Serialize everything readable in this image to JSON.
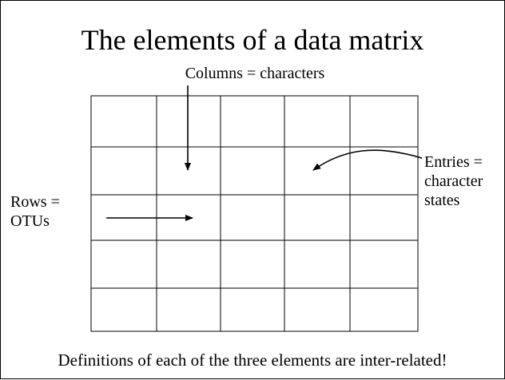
{
  "title": "The elements of a data matrix",
  "labels": {
    "columns": "Columns = characters",
    "rows_line1": "Rows =",
    "rows_line2": "OTUs",
    "entries_line1": "Entries =",
    "entries_line2": "character",
    "entries_line3": "states"
  },
  "footer": "Definitions of each of the three elements are inter-related!",
  "matrix": {
    "columns": 5,
    "rows": 5
  }
}
